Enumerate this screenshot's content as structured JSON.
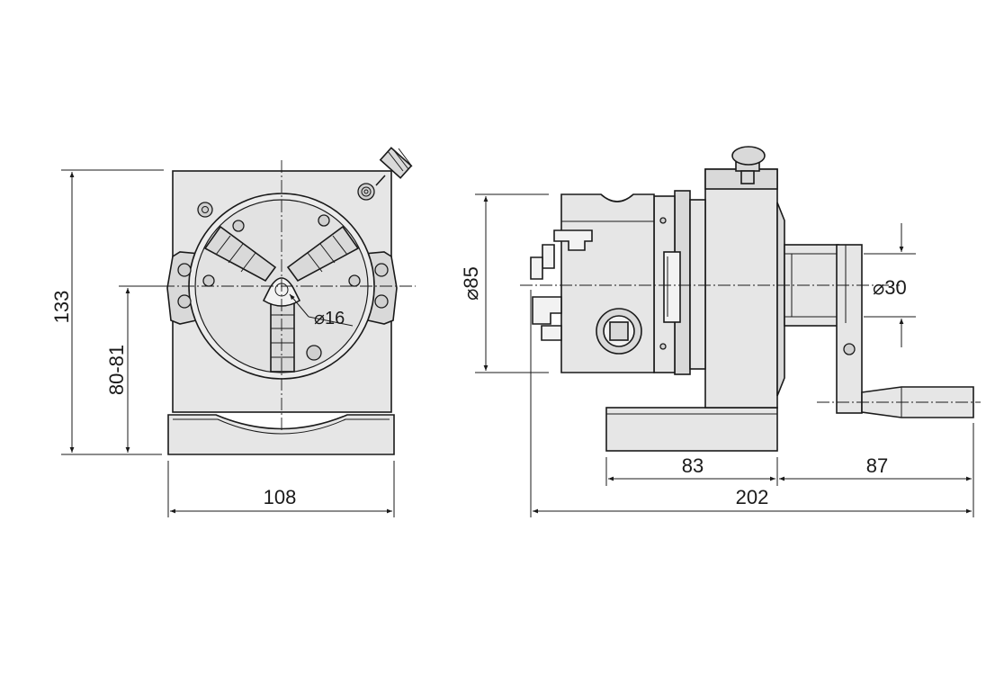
{
  "front_view": {
    "height_label": "133",
    "center_height_label": "80-81",
    "width_label": "108",
    "bore_label": "⌀16"
  },
  "side_view": {
    "chuck_diameter_label": "⌀85",
    "spindle_diameter_label": "⌀30",
    "base_length_label": "83",
    "handle_length_label": "87",
    "overall_length_label": "202"
  },
  "colors": {
    "line": "#1a1a1a",
    "fill_light": "#e6e6e6",
    "fill_mid": "#d9d9d9",
    "background": "#ffffff"
  }
}
